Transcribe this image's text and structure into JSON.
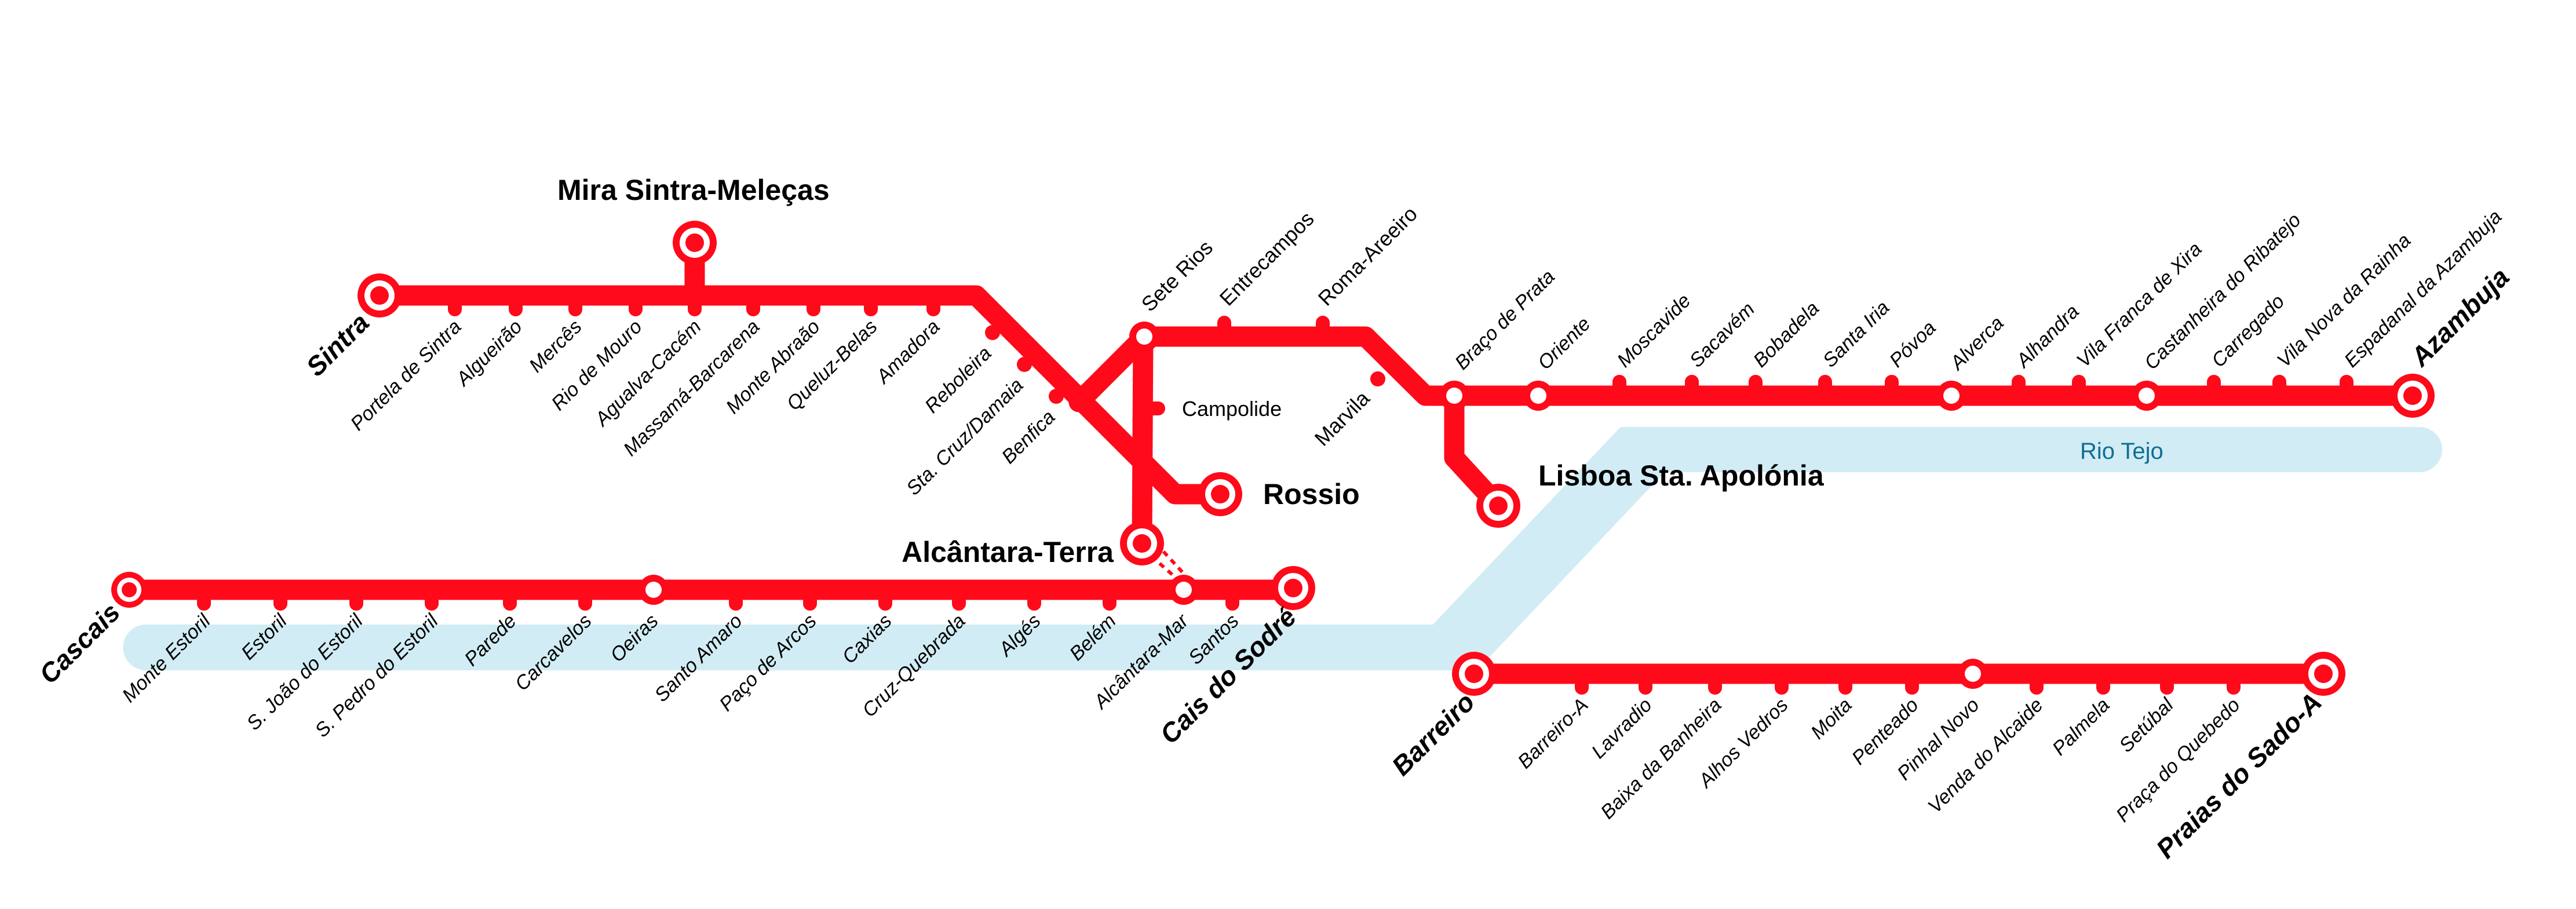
{
  "colors": {
    "line": "#FF0A1A",
    "river": "#D1ECF4",
    "river_text": "#0F6E93",
    "text": "#000000"
  },
  "river": {
    "label": "Rio Tejo"
  },
  "terminals": {
    "sintra": "Sintra",
    "mira_sintra": "Mira Sintra-Meleças",
    "rossio": "Rossio",
    "alcantara_terra": "Alcântara-Terra",
    "azambuja": "Azambuja",
    "santa_apolonia": "Lisboa Sta. Apolónia",
    "cascais": "Cascais",
    "cais_do_sodre": "Cais do Sodré",
    "barreiro": "Barreiro",
    "praias_sado": "Praias do Sado-A"
  },
  "lines": {
    "sintra": {
      "stations": [
        "Portela de Sintra",
        "Algueirão",
        "Mercês",
        "Rio de Mouro",
        "Agualva-Cacém",
        "Massamá-Barcarena",
        "Monte Abraão",
        "Queluz-Belas",
        "Amadora",
        "Reboleira",
        "Sta. Cruz/Damaia",
        "Benfica"
      ]
    },
    "cintura": {
      "stations": [
        "Sete Rios",
        "Campolide",
        "Entrecampos",
        "Roma-Areeiro",
        "Marvila",
        "Braço de Prata"
      ]
    },
    "azambuja": {
      "stations": [
        "Oriente",
        "Moscavide",
        "Sacavém",
        "Bobadela",
        "Santa Iria",
        "Póvoa",
        "Alverca",
        "Alhandra",
        "Vila Franca de Xira",
        "Castanheira do Ribatejo",
        "Carregado",
        "Vila Nova da Rainha",
        "Espadanal da Azambuja"
      ]
    },
    "cascais": {
      "stations": [
        "Monte Estoril",
        "Estoril",
        "S. João do Estoril",
        "S. Pedro do Estoril",
        "Parede",
        "Carcavelos",
        "Oeiras",
        "Santo Amaro",
        "Paço de Arcos",
        "Caxias",
        "Cruz-Quebrada",
        "Algés",
        "Belém",
        "Alcântara-Mar",
        "Santos"
      ]
    },
    "sado": {
      "stations": [
        "Barreiro-A",
        "Lavradio",
        "Baixa da Banheira",
        "Alhos Vedros",
        "Moita",
        "Penteado",
        "Pinhal Novo",
        "Venda do Alcaide",
        "Palmela",
        "Setúbal",
        "Praça do Quebedo"
      ]
    }
  }
}
